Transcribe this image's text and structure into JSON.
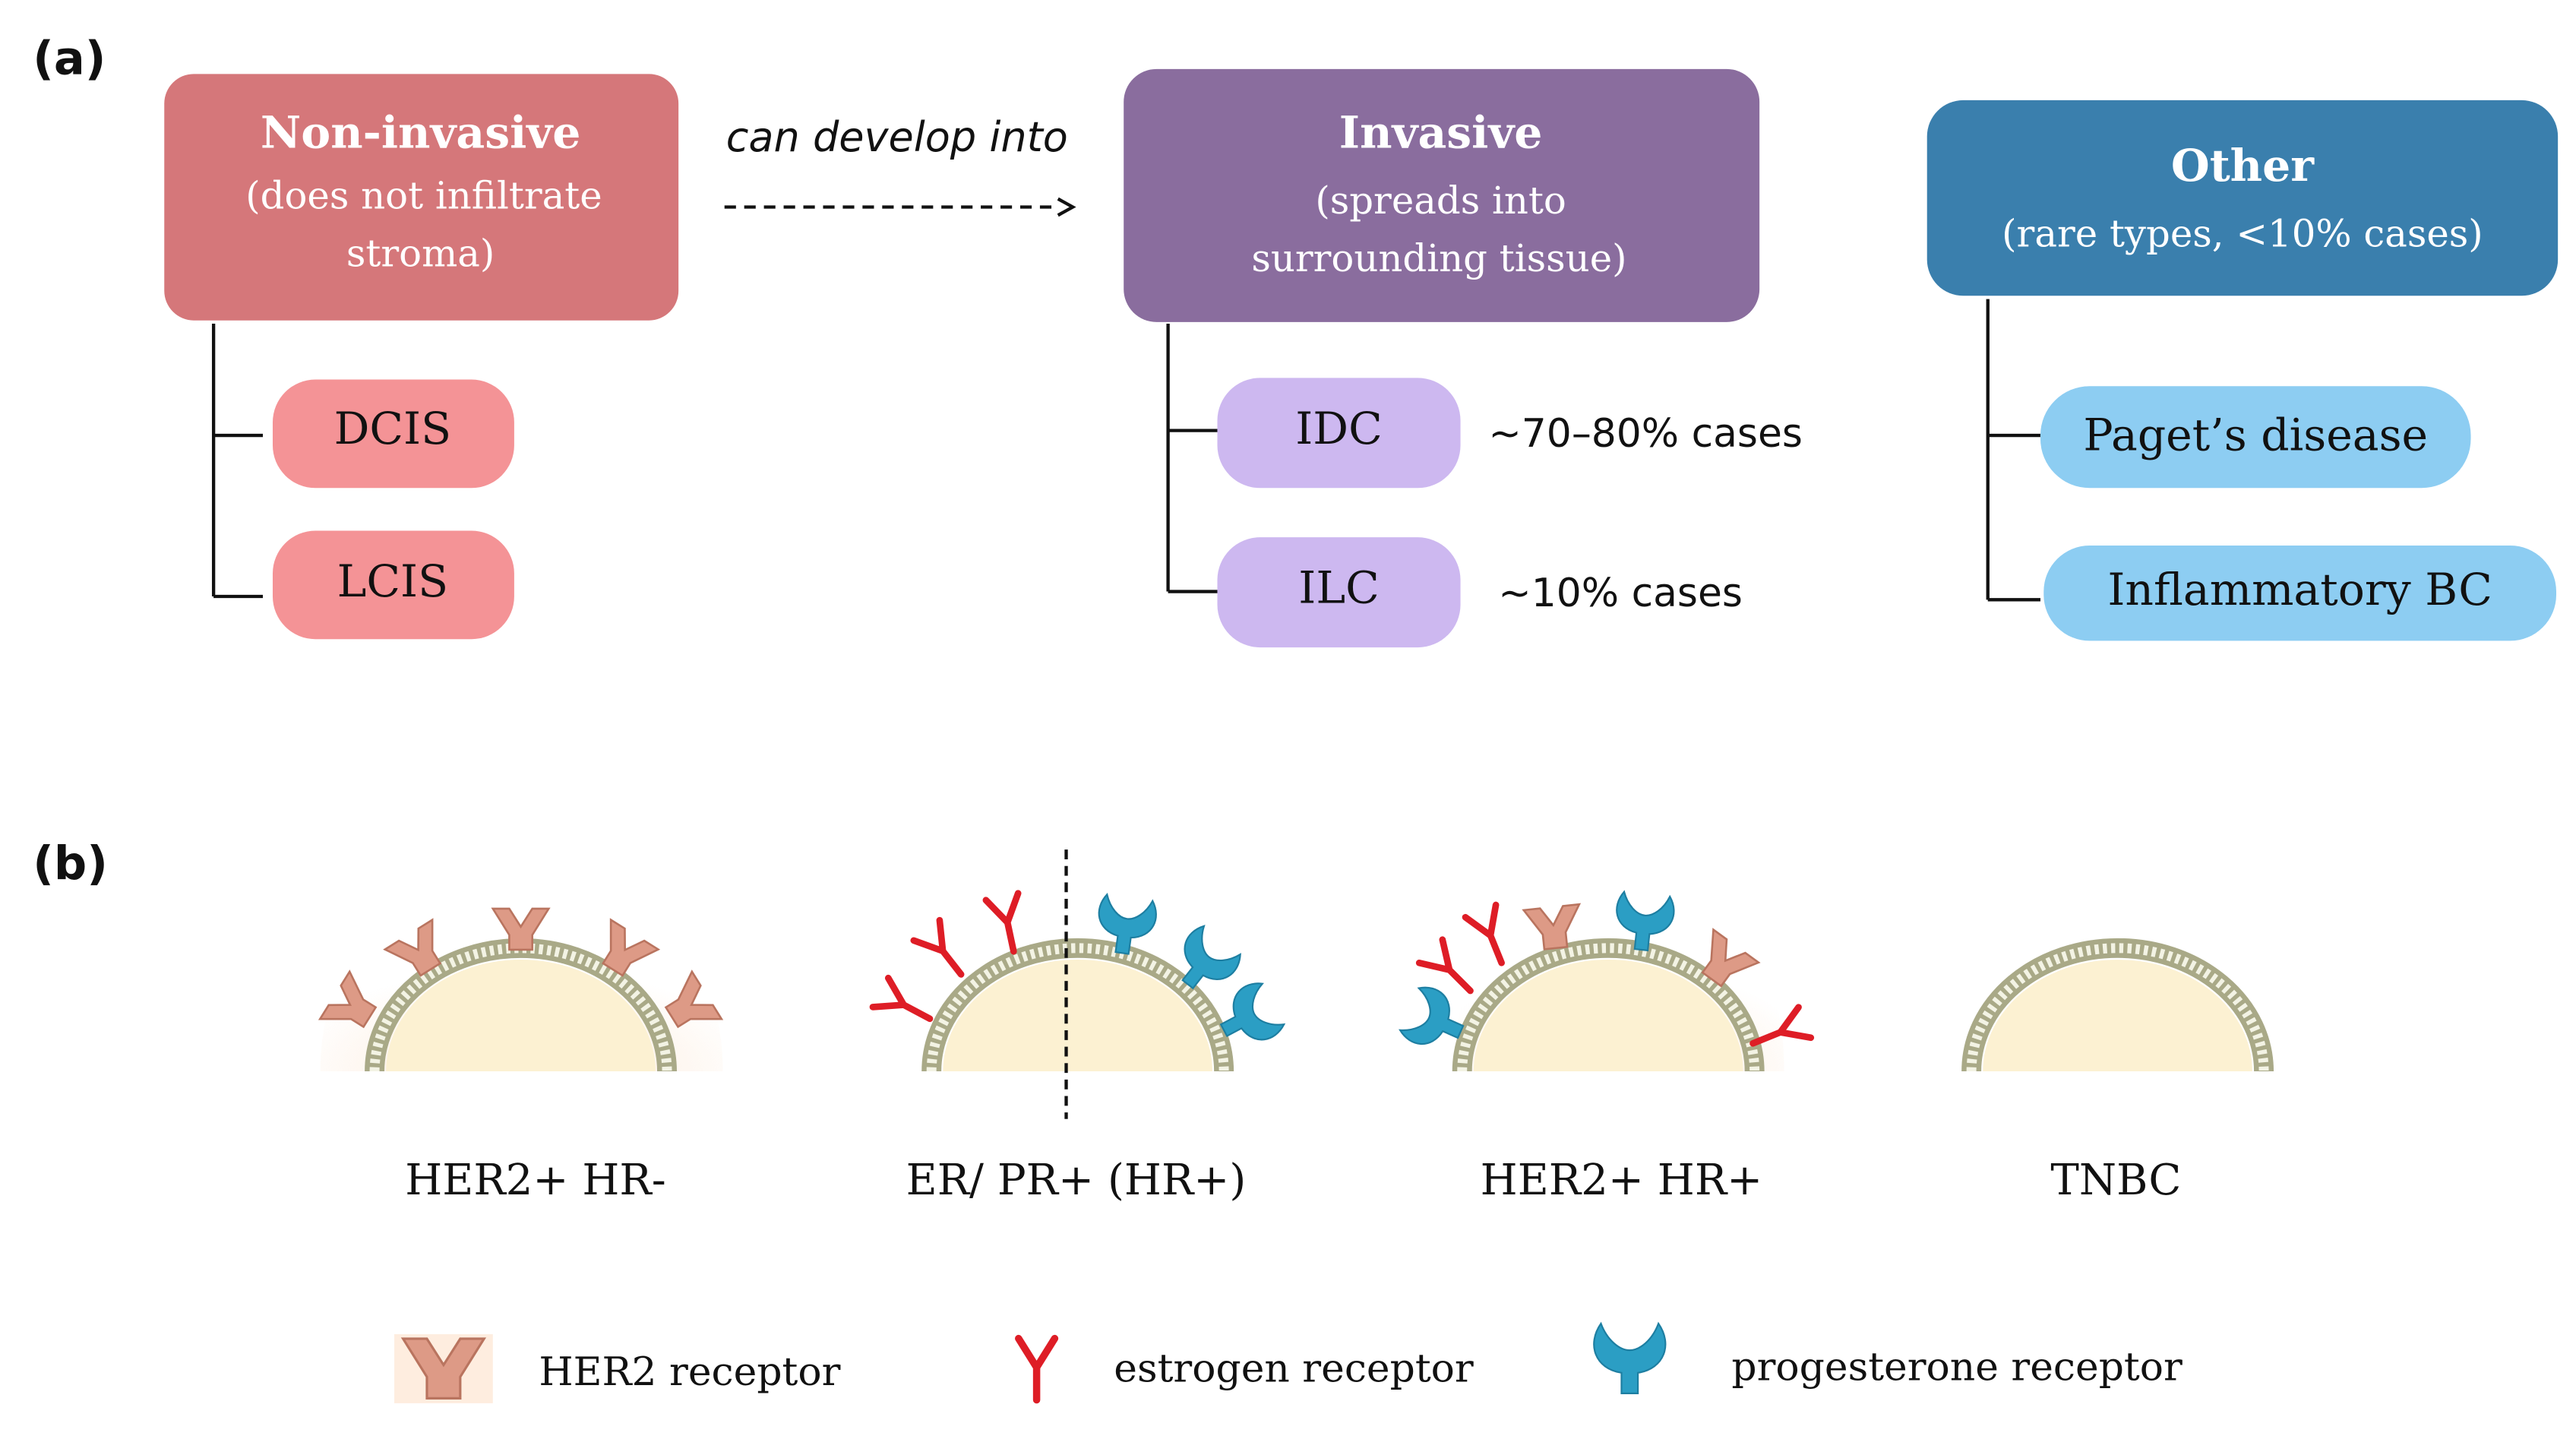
{
  "panel_a": {
    "label": "(a)",
    "arrow_label": "can develop into",
    "non_invasive": {
      "title": "Non-invasive",
      "desc_line1": "(does not infiltrate",
      "desc_line2": "stroma)",
      "items": [
        "DCIS",
        "LCIS"
      ]
    },
    "invasive": {
      "title": "Invasive",
      "desc_line1": "(spreads into",
      "desc_line2": "surrounding tissue)",
      "items": [
        {
          "name": "IDC",
          "note": "~70–80% cases"
        },
        {
          "name": "ILC",
          "note": "~10% cases"
        }
      ]
    },
    "other": {
      "title": "Other",
      "desc_line1": "(rare types, <10% cases)",
      "items": [
        "Paget’s disease",
        "Inflammatory BC"
      ]
    }
  },
  "panel_b": {
    "label": "(b)",
    "cells": [
      {
        "name": "HER2+ HR-"
      },
      {
        "name": "ER/ PR+ (HR+)"
      },
      {
        "name": "HER2+ HR+"
      },
      {
        "name": "TNBC"
      }
    ],
    "legend": {
      "her2": "HER2 receptor",
      "estrogen": "estrogen receptor",
      "progesterone": "progesterone receptor"
    }
  },
  "colors": {
    "non_invasive_header": "#d5777a",
    "non_invasive_item": "#f49396",
    "invasive_header": "#8a6d9e",
    "invasive_item": "#cdb8f0",
    "other_header": "#3a7fad",
    "other_item": "#8dcdf2",
    "her2_receptor": "#dd9a86",
    "estrogen_receptor": "#de1d26",
    "progesterone_receptor": "#2b9ec4",
    "cell_body": "#fcf1d2",
    "membrane": "#a9a987"
  }
}
